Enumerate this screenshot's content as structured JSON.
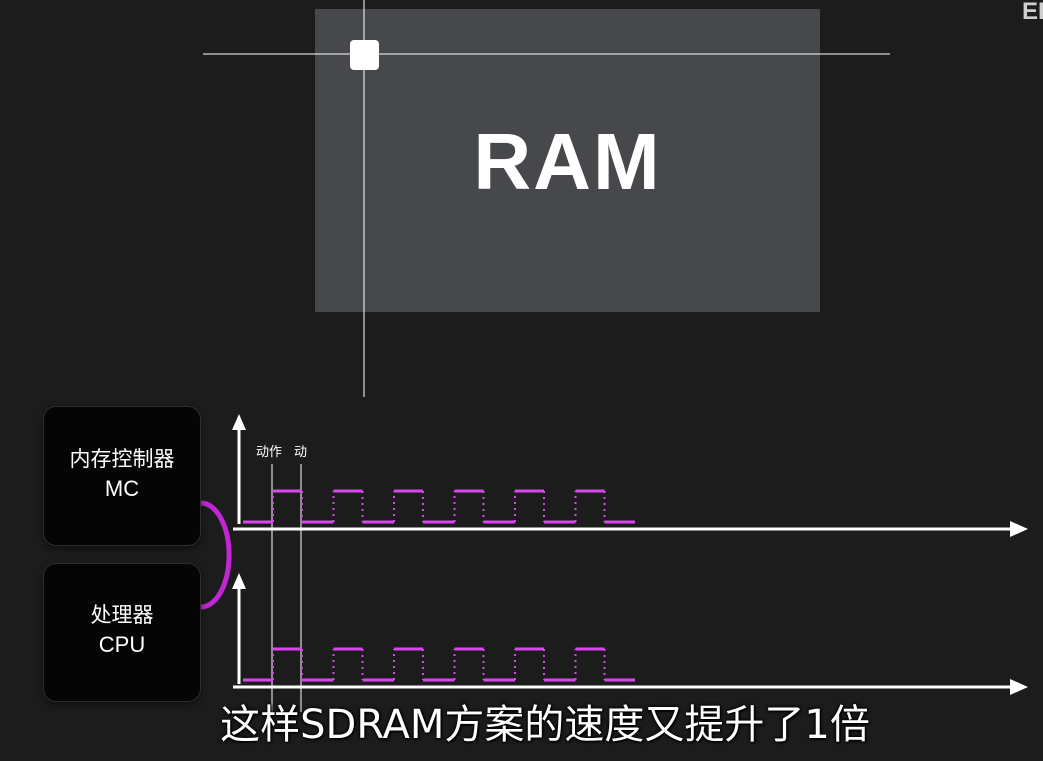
{
  "corner_text": "EI",
  "ram": {
    "label": "RAM"
  },
  "chips": {
    "mc": {
      "title": "内存控制器",
      "sub": "MC"
    },
    "cpu": {
      "title": "处理器",
      "sub": "CPU"
    }
  },
  "timing": {
    "marker_labels": [
      "动作",
      "动"
    ]
  },
  "caption": "这样SDRAM方案的速度又提升了1倍",
  "colors": {
    "background": "#1d1c1c",
    "ram_box": "#47484b",
    "signal": "#d946ef",
    "arc": "#c026d3",
    "axis": "#ffffff"
  }
}
